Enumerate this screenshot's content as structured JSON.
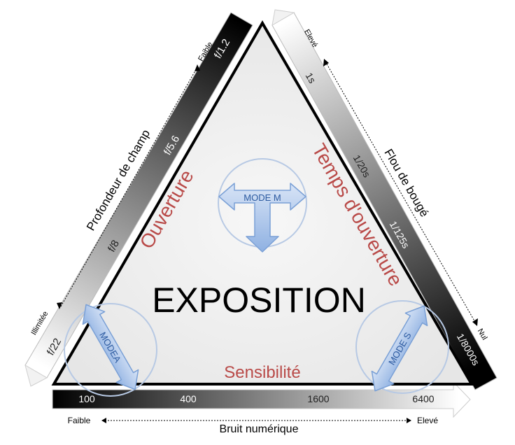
{
  "title": "EXPOSITION",
  "sides": {
    "aperture": "Ouverture",
    "shutter": "Temps d'ouverture",
    "iso": "Sensibilité"
  },
  "modes": {
    "m": "MODE M",
    "a": "MODEA",
    "s": "MODE S"
  },
  "aperture_scale": {
    "stops": [
      "f/1.2",
      "f/5.6",
      "f/8",
      "f/22"
    ],
    "effect_label": "Profondeur de champ",
    "low": "Faible",
    "high": "Illimitée"
  },
  "shutter_scale": {
    "stops": [
      "1s",
      "1/20s",
      "1/125s",
      "1/8000s"
    ],
    "effect_label": "Flou de bougé",
    "low": "Elevé",
    "high": "Nul"
  },
  "iso_scale": {
    "stops": [
      "100",
      "400",
      "1600",
      "6400"
    ],
    "effect_label": "Bruit numérique",
    "low": "Faible",
    "high": "Elevé"
  },
  "colors": {
    "accent_red": "#b94a48",
    "mode_blue": "#a9c4ea",
    "mode_text": "#2c5aa0",
    "triangle_fill": "#efefef"
  }
}
